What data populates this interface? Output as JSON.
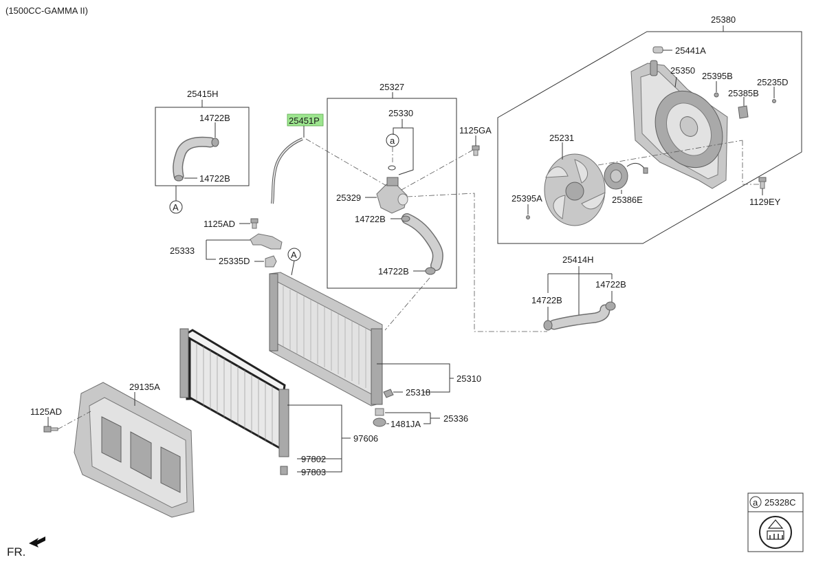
{
  "header": {
    "engine_label": "(1500CC-GAMMA II)"
  },
  "direction": {
    "label": "FR."
  },
  "highlight_color": "#9de58f",
  "callouts": {
    "p25380": "25380",
    "p25441A": "25441A",
    "p25350": "25350",
    "p25395B": "25395B",
    "p25235D": "25235D",
    "p25385B": "25385B",
    "p25231": "25231",
    "p25395A": "25395A",
    "p25386E": "25386E",
    "p1129EY": "1129EY",
    "p25327": "25327",
    "p25330": "25330",
    "p25451P": "25451P",
    "p1125GA": "1125GA",
    "p25329": "25329",
    "p14722B_mid1": "14722B",
    "p14722B_mid2": "14722B",
    "p25415H": "25415H",
    "p14722B_l1": "14722B",
    "p14722B_l2": "14722B",
    "p1125AD_top": "1125AD",
    "p25333": "25333",
    "p25335D": "25335D",
    "p25414H": "25414H",
    "p14722B_r1": "14722B",
    "p14722B_r2": "14722B",
    "p25310": "25310",
    "p25318": "25318",
    "p25336": "25336",
    "p1481JA": "1481JA",
    "p29135A": "29135A",
    "p1125AD_left": "1125AD",
    "p97606": "97606",
    "p97802": "97802",
    "p97803": "97803"
  },
  "ref_markers": {
    "a_small": "a",
    "A_upper": "A",
    "A_lower": "A"
  },
  "legend": {
    "marker": "a",
    "part": "25328C"
  }
}
